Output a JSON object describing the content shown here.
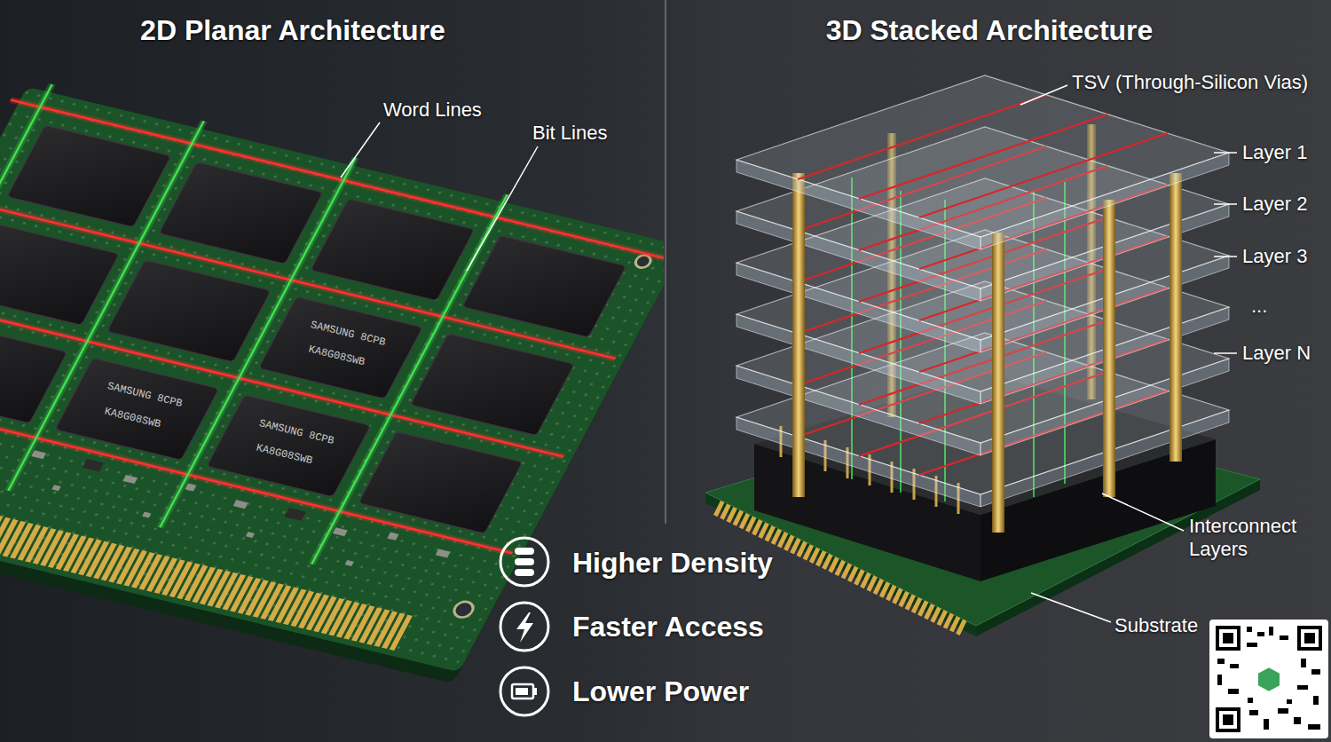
{
  "diagram": {
    "labels": [
      "2D Planar Architecture",
      "3D Stacked Architecture",
      "Word Lines",
      "Bit Lines",
      "TSV (Through-Silicon Vias)",
      "Layer 1",
      "Layer 2",
      "Layer 3",
      "...",
      "Layer N",
      "Interconnect Layers",
      "Substrate",
      "Higher Density",
      "Faster Access",
      "Lower Power",
      "SAMSUNG 8CPB",
      "KA8G08SWB",
      "SAMSUNG 8CPB",
      "KA8G08SWB",
      "SAMSUNG 8CPB",
      "KA8G08SWB"
    ]
  }
}
